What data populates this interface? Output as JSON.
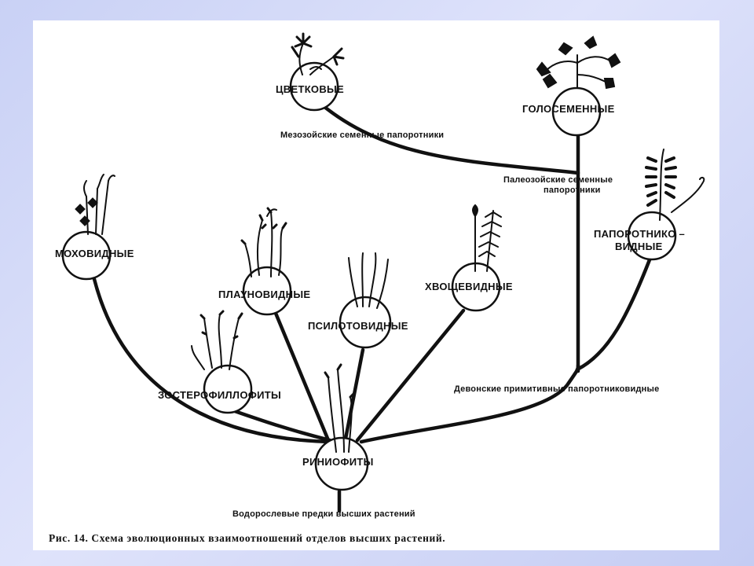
{
  "diagram": {
    "nodes": {
      "flowering": "ЦВЕТКОВЫЕ",
      "gymnosperms": "ГОЛОСЕМЕННЫЕ",
      "ferns_line1": "ПАПОРОТНИКО –",
      "ferns_line2": "ВИДНЫЕ",
      "mosses": "МОХОВИДНЫЕ",
      "lycopods": "ПЛАУНОВИДНЫЕ",
      "psilotophytes": "ПСИЛОТОВИДНЫЕ",
      "horsetails": "ХВОЩЕВИДНЫЕ",
      "zosterophyllophytes": "ЗОСТЕРОФИЛЛОФИТЫ",
      "rhyniophytes": "РИНИОФИТЫ"
    },
    "annotations": {
      "mesozoic_seed_ferns": "Мезозойские семенные папоротники",
      "paleozoic_seed_ferns_line1": "Палеозойские семенные",
      "paleozoic_seed_ferns_line2": "папоротники",
      "devonian_primitive_ferns": "Девонские примитивные папоротниковидные",
      "algal_ancestors": "Водорослевые предки высших растений"
    },
    "caption": "Рис. 14. Схема эволюционных взаимоотношений отделов высших растений."
  }
}
